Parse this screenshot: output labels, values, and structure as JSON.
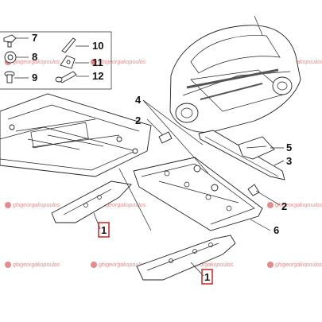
{
  "legend_top": [
    "7",
    "10",
    "8",
    "11",
    "9",
    "12"
  ],
  "callouts": {
    "c4": "4",
    "c2a": "2",
    "c5": "5",
    "c3": "3",
    "c2b": "2",
    "c6": "6",
    "c1a": "1",
    "c1b": "1"
  },
  "watermark": "ghigeorgakopoulos",
  "colors": {
    "highlight_box": "#d33030",
    "watermark": "#e88a8a"
  }
}
